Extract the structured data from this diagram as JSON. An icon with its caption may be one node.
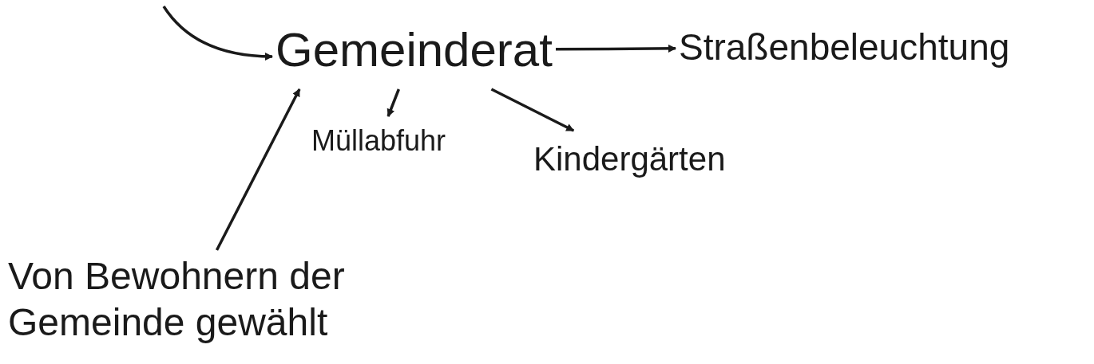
{
  "diagram": {
    "nodes": [
      {
        "text": [
          "Gemeinderat"
        ]
      },
      {
        "text": [
          "Straßenbeleuchtung"
        ]
      },
      {
        "text": [
          "Müllabfuhr"
        ]
      },
      {
        "text": [
          "Kindergärten"
        ]
      },
      {
        "text": [
          "Von Bewohnern der Gemeinde gewählt"
        ]
      }
    ],
    "edges": [
      {
        "from": null,
        "to": 0,
        "arrow": "to"
      },
      {
        "from": 0,
        "to": 1,
        "arrow": "to"
      },
      {
        "from": 0,
        "to": 2,
        "arrow": "to"
      },
      {
        "from": 0,
        "to": 3,
        "arrow": "to"
      },
      {
        "from": 4,
        "to": 0,
        "arrow": "to"
      }
    ]
  }
}
